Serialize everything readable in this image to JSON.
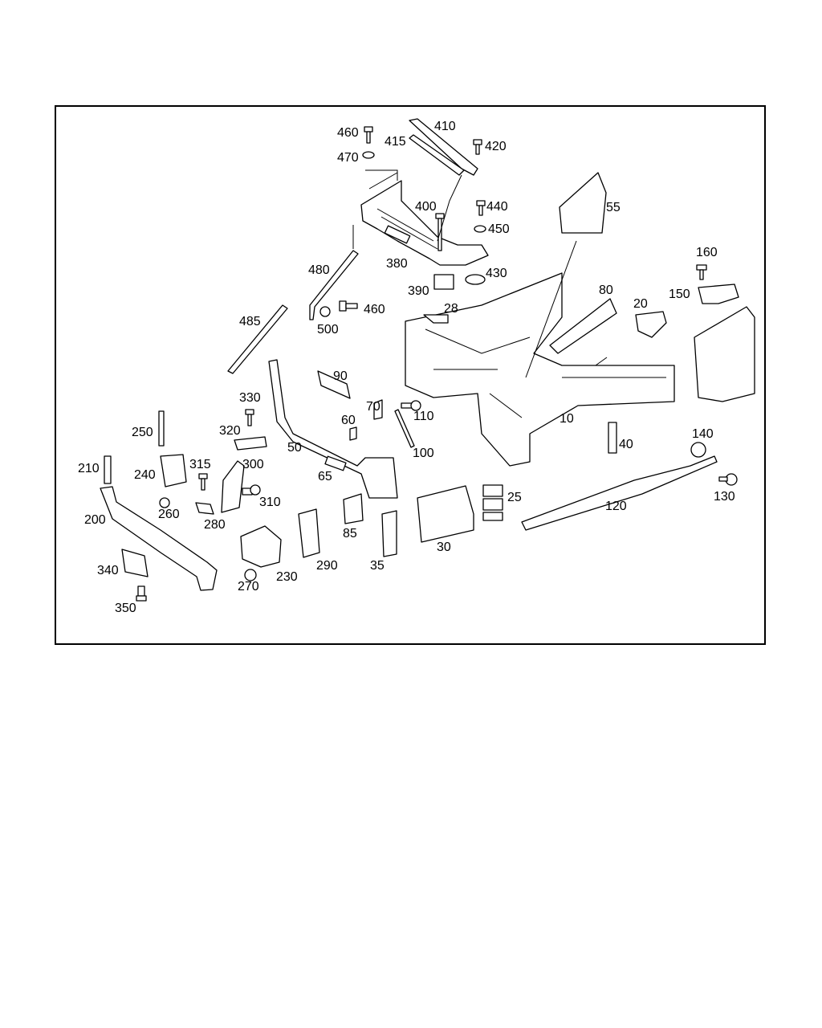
{
  "diagram": {
    "callouts": [
      {
        "id": "c460a",
        "label": "460"
      },
      {
        "id": "c410",
        "label": "410"
      },
      {
        "id": "c415",
        "label": "415"
      },
      {
        "id": "c420",
        "label": "420"
      },
      {
        "id": "c470",
        "label": "470"
      },
      {
        "id": "c400",
        "label": "400"
      },
      {
        "id": "c440",
        "label": "440"
      },
      {
        "id": "c450",
        "label": "450"
      },
      {
        "id": "c55",
        "label": "55"
      },
      {
        "id": "c480",
        "label": "480"
      },
      {
        "id": "c380",
        "label": "380"
      },
      {
        "id": "c430",
        "label": "430"
      },
      {
        "id": "c390",
        "label": "390"
      },
      {
        "id": "c160",
        "label": "160"
      },
      {
        "id": "c80",
        "label": "80"
      },
      {
        "id": "c150",
        "label": "150"
      },
      {
        "id": "c485",
        "label": "485"
      },
      {
        "id": "c460b",
        "label": "460"
      },
      {
        "id": "c28",
        "label": "28"
      },
      {
        "id": "c20",
        "label": "20"
      },
      {
        "id": "c500",
        "label": "500"
      },
      {
        "id": "c90",
        "label": "90"
      },
      {
        "id": "c330",
        "label": "330"
      },
      {
        "id": "c70",
        "label": "70"
      },
      {
        "id": "c110",
        "label": "110"
      },
      {
        "id": "c10",
        "label": "10"
      },
      {
        "id": "c250",
        "label": "250"
      },
      {
        "id": "c60",
        "label": "60"
      },
      {
        "id": "c320",
        "label": "320"
      },
      {
        "id": "c50",
        "label": "50"
      },
      {
        "id": "c140",
        "label": "140"
      },
      {
        "id": "c40",
        "label": "40"
      },
      {
        "id": "c100",
        "label": "100"
      },
      {
        "id": "c210",
        "label": "210"
      },
      {
        "id": "c315",
        "label": "315"
      },
      {
        "id": "c300",
        "label": "300"
      },
      {
        "id": "c240",
        "label": "240"
      },
      {
        "id": "c65",
        "label": "65"
      },
      {
        "id": "c25",
        "label": "25"
      },
      {
        "id": "c130",
        "label": "130"
      },
      {
        "id": "c310",
        "label": "310"
      },
      {
        "id": "c120",
        "label": "120"
      },
      {
        "id": "c260",
        "label": "260"
      },
      {
        "id": "c200",
        "label": "200"
      },
      {
        "id": "c280",
        "label": "280"
      },
      {
        "id": "c85",
        "label": "85"
      },
      {
        "id": "c30",
        "label": "30"
      },
      {
        "id": "c290",
        "label": "290"
      },
      {
        "id": "c340",
        "label": "340"
      },
      {
        "id": "c35",
        "label": "35"
      },
      {
        "id": "c230",
        "label": "230"
      },
      {
        "id": "c270",
        "label": "270"
      },
      {
        "id": "c350",
        "label": "350"
      }
    ]
  }
}
